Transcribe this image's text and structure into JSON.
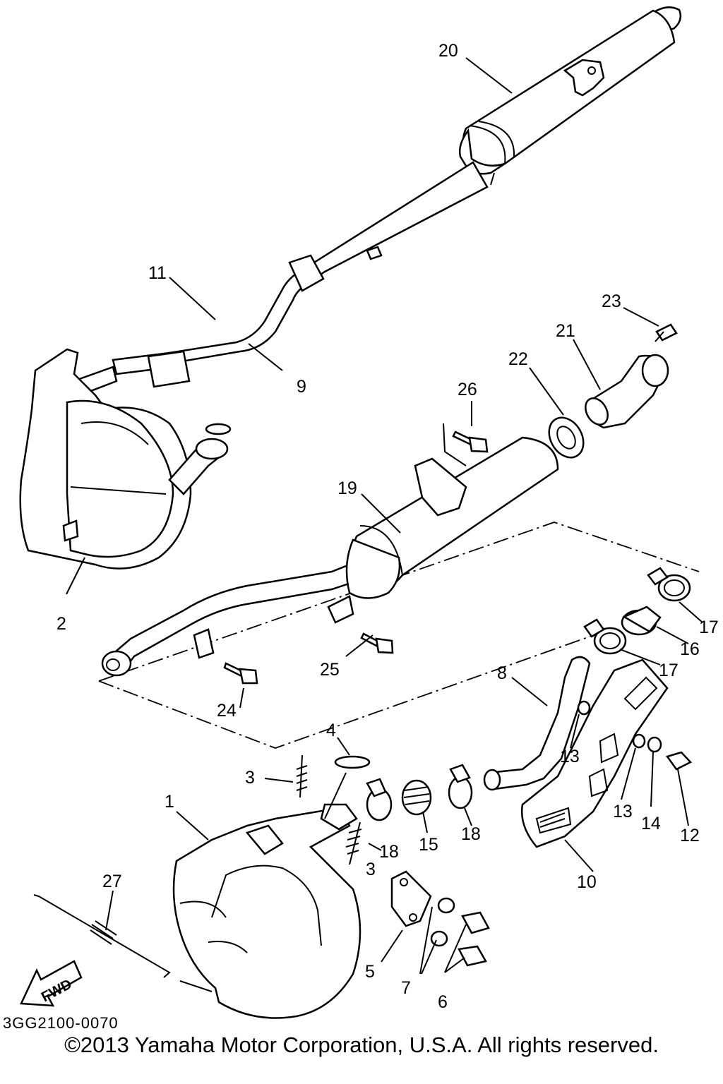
{
  "callouts": {
    "c1": "1",
    "c2": "2",
    "c3a": "3",
    "c3b": "3",
    "c4": "4",
    "c5": "5",
    "c6": "6",
    "c7": "7",
    "c8": "8",
    "c9": "9",
    "c10": "10",
    "c11": "11",
    "c12": "12",
    "c13a": "13",
    "c13b": "13",
    "c14": "14",
    "c15": "15",
    "c16": "16",
    "c17a": "17",
    "c17b": "17",
    "c18a": "18",
    "c18b": "18",
    "c19": "19",
    "c20": "20",
    "c21": "21",
    "c22": "22",
    "c23": "23",
    "c24": "24",
    "c25": "25",
    "c26": "26",
    "c27": "27"
  },
  "fwd_label": "FWD",
  "diagram_code": "3GG2100-0070",
  "copyright": "©2013 Yamaha Motor Corporation, U.S.A. All rights reserved."
}
